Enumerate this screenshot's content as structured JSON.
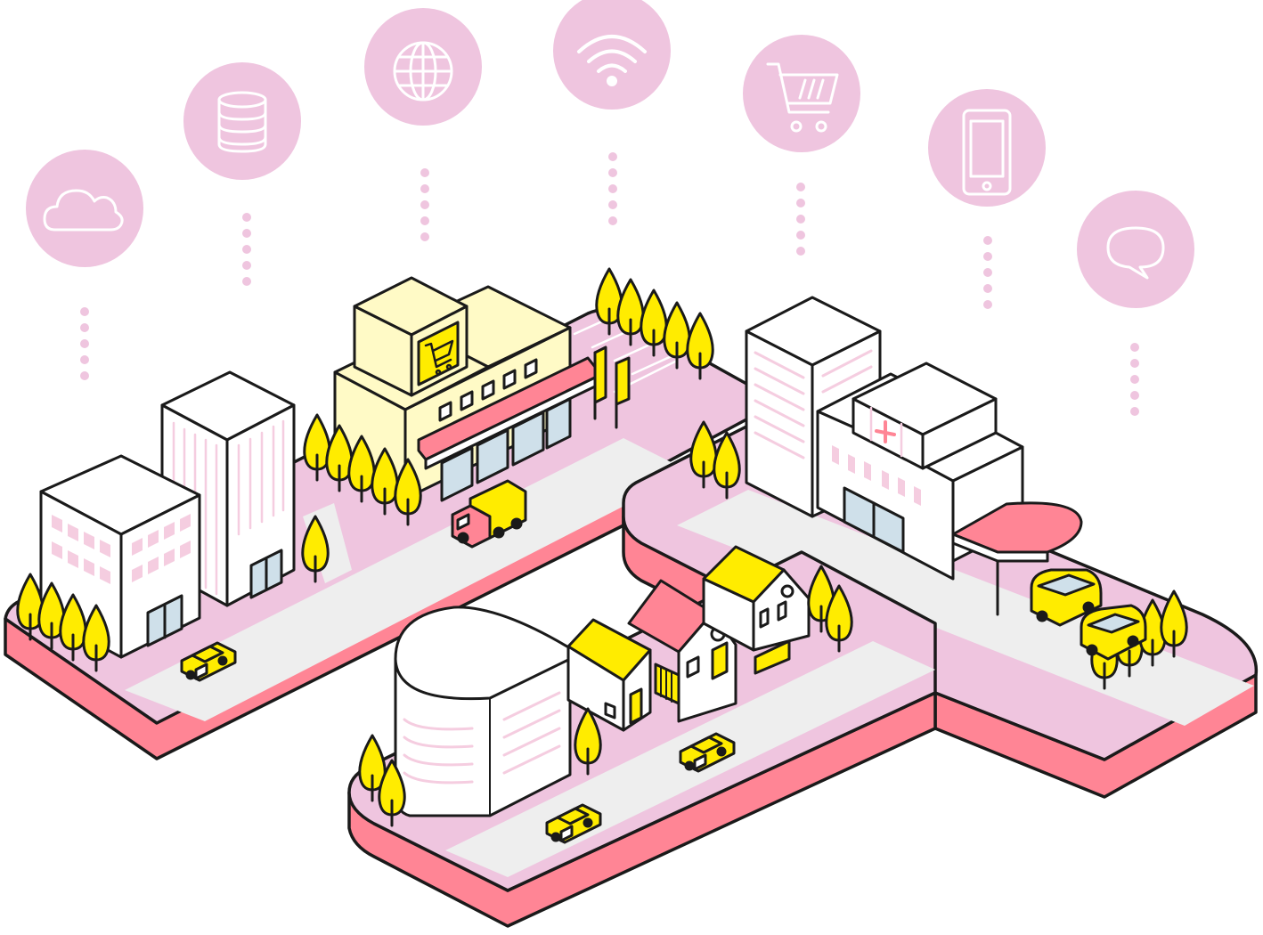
{
  "colors": {
    "outline": "#1a1a1a",
    "bubble": "#efc5df",
    "icon": "#ffffff",
    "dot": "#efc5df",
    "platform_top": "#efc5df",
    "platform_side": "#ff8595",
    "road": "#eeeeee",
    "building": "#ffffff",
    "window_pink": "#f5cde0",
    "window_glass": "#cfe0ea",
    "yellow": "#ffec00",
    "cream": "#fffac6",
    "awning": "#ff8595",
    "tree": "#ffec00"
  },
  "services": [
    {
      "id": "cloud",
      "icon": "cloud-icon"
    },
    {
      "id": "database",
      "icon": "database-icon"
    },
    {
      "id": "internet",
      "icon": "globe-icon"
    },
    {
      "id": "wifi",
      "icon": "wifi-icon"
    },
    {
      "id": "shopping",
      "icon": "shopping-cart-icon"
    },
    {
      "id": "mobile",
      "icon": "smartphone-icon"
    },
    {
      "id": "chat",
      "icon": "chat-bubble-icon"
    }
  ],
  "districts": [
    {
      "id": "office",
      "icon": "office-building-icon"
    },
    {
      "id": "supermarket",
      "icon": "supermarket-icon"
    },
    {
      "id": "hospital",
      "icon": "hospital-icon"
    },
    {
      "id": "residential",
      "icon": "house-icon"
    }
  ]
}
